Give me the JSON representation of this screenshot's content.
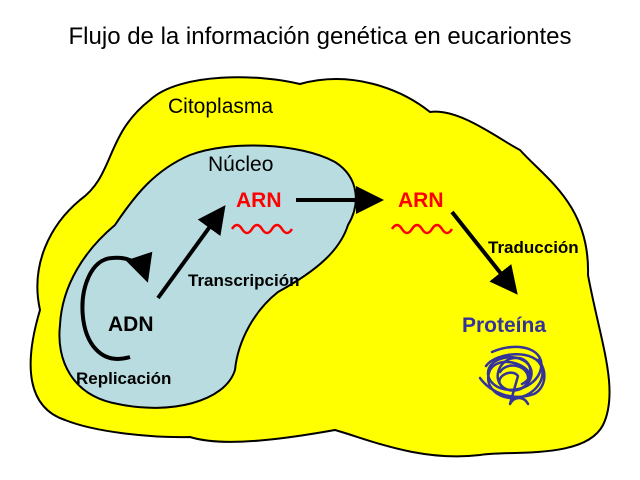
{
  "title": "Flujo de la información genética en eucariontes",
  "regions": {
    "cytoplasm": "Citoplasma",
    "nucleus": "Núcleo"
  },
  "molecules": {
    "dna": "ADN",
    "rna_nuclear": "ARN",
    "rna_cytoplasm": "ARN",
    "protein": "Proteína"
  },
  "processes": {
    "replication": "Replicación",
    "transcription": "Transcripción",
    "translation": "Traducción"
  },
  "colors": {
    "cytoplasm": "#ffff00",
    "nucleus": "#b9dce0",
    "rna": "#ff0000",
    "protein": "#333399",
    "arrow": "#000000"
  },
  "icons": {
    "rna": "squiggle-line",
    "protein": "tangled-coil"
  }
}
